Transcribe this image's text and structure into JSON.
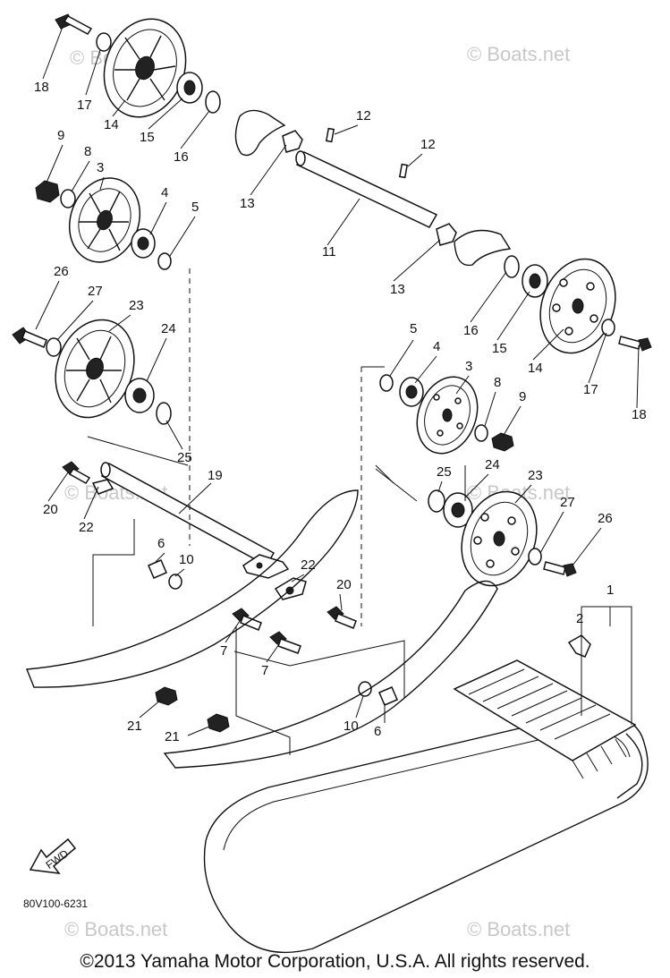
{
  "watermark": "© Boats.net",
  "diagram_code": "80V100-6231",
  "fwd_label": "FWD",
  "copyright": "©2013 Yamaha Motor Corporation, U.S.A. All rights reserved.",
  "callouts": [
    "18",
    "17",
    "14",
    "15",
    "16",
    "9",
    "8",
    "3",
    "4",
    "5",
    "26",
    "27",
    "23",
    "24",
    "25",
    "12",
    "12",
    "13",
    "11",
    "13",
    "16",
    "15",
    "14",
    "17",
    "18",
    "5",
    "4",
    "3",
    "8",
    "9",
    "24",
    "25",
    "23",
    "27",
    "26",
    "20",
    "22",
    "19",
    "6",
    "10",
    "22",
    "20",
    "7",
    "7",
    "21",
    "21",
    "10",
    "6",
    "1",
    "2"
  ]
}
